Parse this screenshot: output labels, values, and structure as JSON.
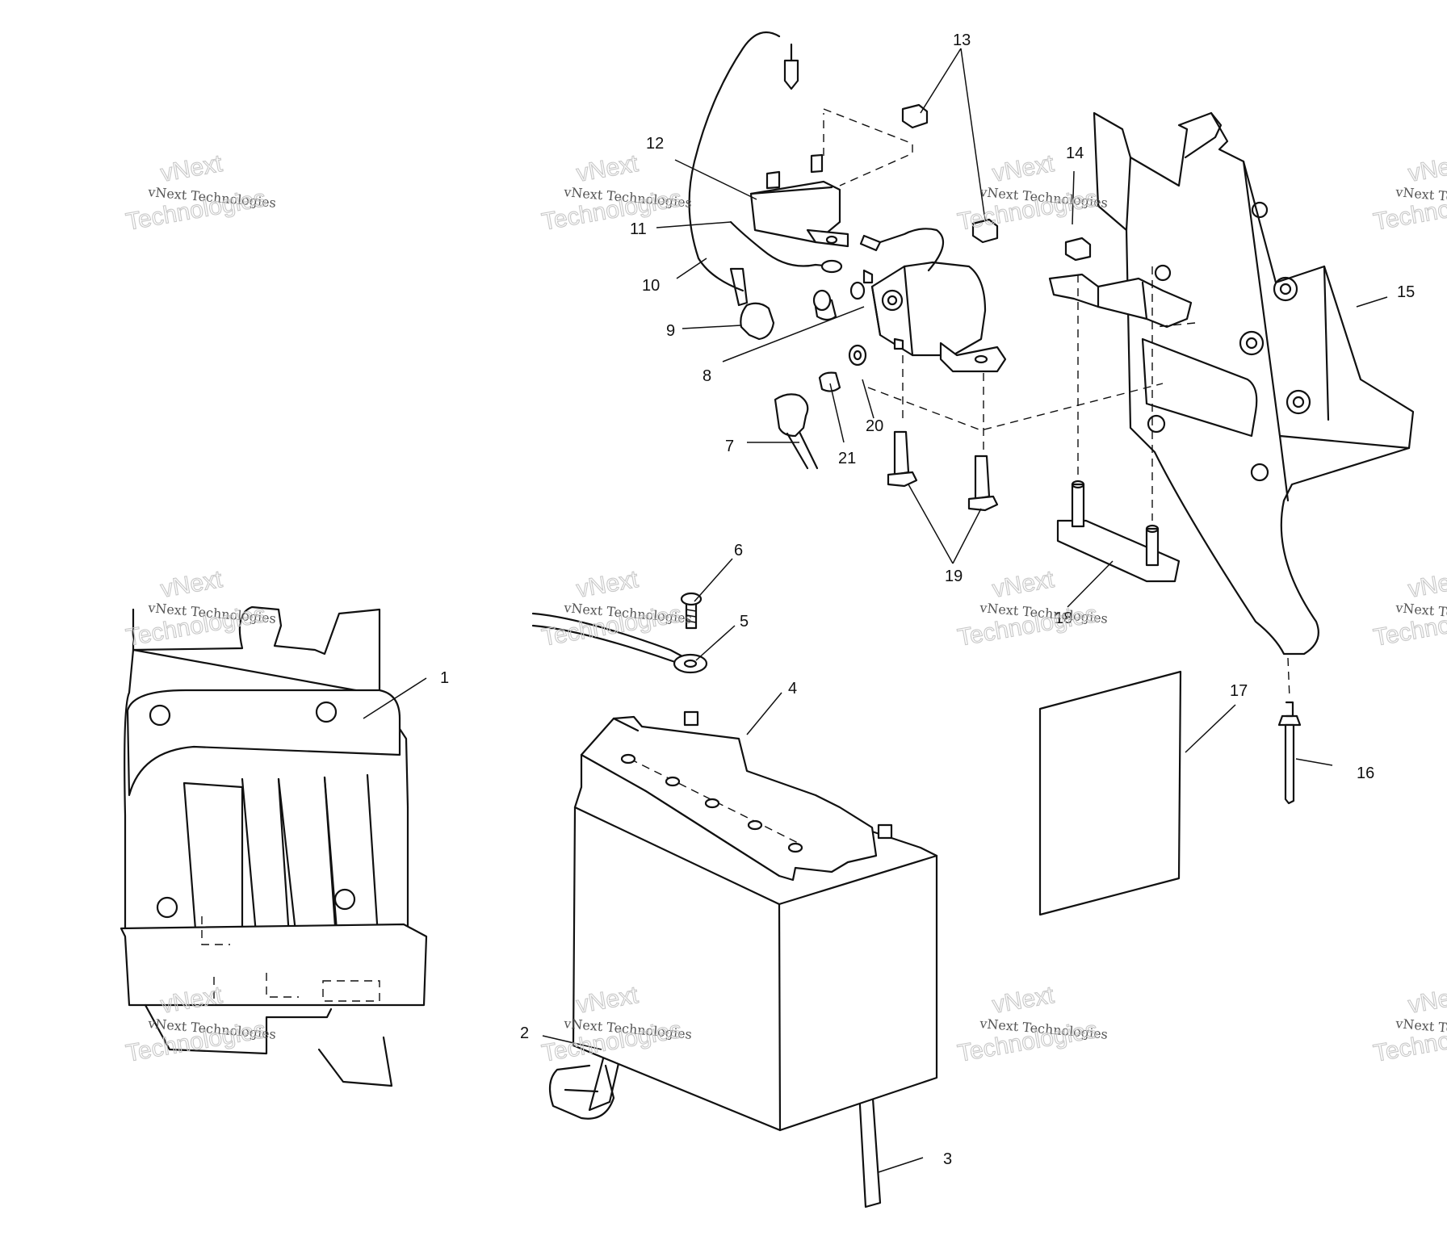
{
  "watermark": {
    "small": "vNext Technologies",
    "brand": "vNext",
    "large": "Technologies"
  },
  "callouts": [
    "1",
    "2",
    "3",
    "4",
    "5",
    "6",
    "7",
    "8",
    "9",
    "10",
    "11",
    "12",
    "13",
    "14",
    "15",
    "16",
    "17",
    "18",
    "19",
    "20",
    "21"
  ]
}
